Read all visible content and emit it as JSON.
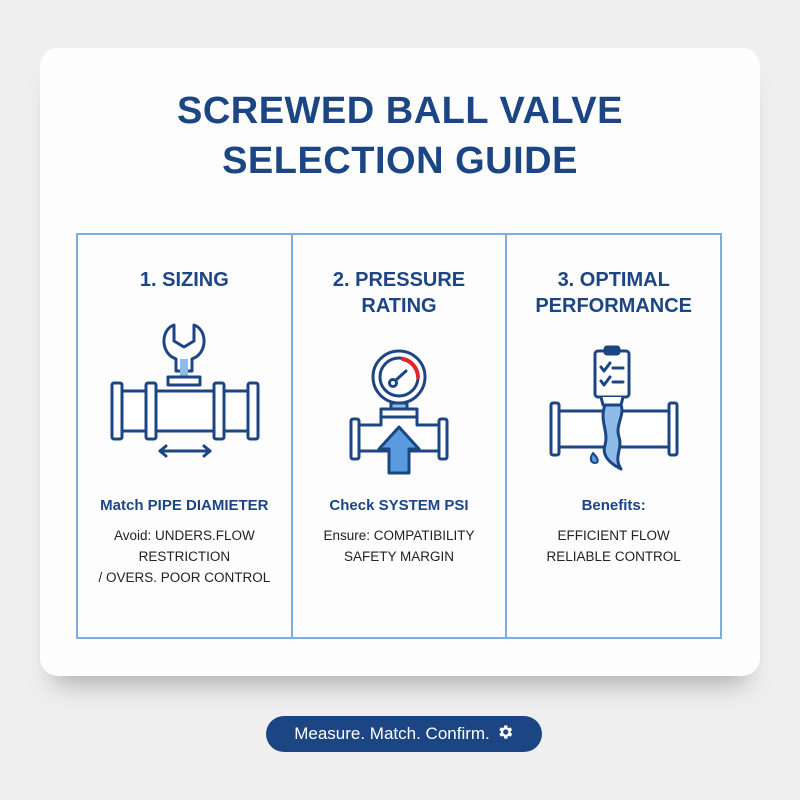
{
  "title": {
    "line1": "SCREWED BALL VALVE",
    "line2": "SELECTION GUIDE"
  },
  "panels": [
    {
      "heading_line1": "1. SIZING",
      "heading_line2": "",
      "icon": "wrench-pipe-icon",
      "subhead": "Match PIPE DIAMIETER",
      "body_line1": "Avoid: UNDERS.FLOW RESTRICTION",
      "body_line2": "/ OVERS. POOR CONTROL"
    },
    {
      "heading_line1": "2. PRESSURE",
      "heading_line2": "RATING",
      "icon": "pressure-gauge-icon",
      "subhead": "Check SYSTEM PSI",
      "body_line1": "Ensure: COMPATIBILITY",
      "body_line2": "SAFETY MARGIN"
    },
    {
      "heading_line1": "3. OPTIMAL",
      "heading_line2": "PERFORMANCE",
      "icon": "clipboard-flow-icon",
      "subhead": "Benefits:",
      "body_line1": "EFFICIENT FLOW",
      "body_line2": "RELIABLE CONTROL"
    }
  ],
  "footer": {
    "tagline": "Measure. Match. Confirm.",
    "icon": "gear-icon"
  },
  "colors": {
    "primary": "#1c4584",
    "border": "#7aaee2",
    "accent_light": "#5a9be0",
    "gauge_red": "#e0252b",
    "background": "#efefef",
    "card": "#fdfdfd"
  }
}
